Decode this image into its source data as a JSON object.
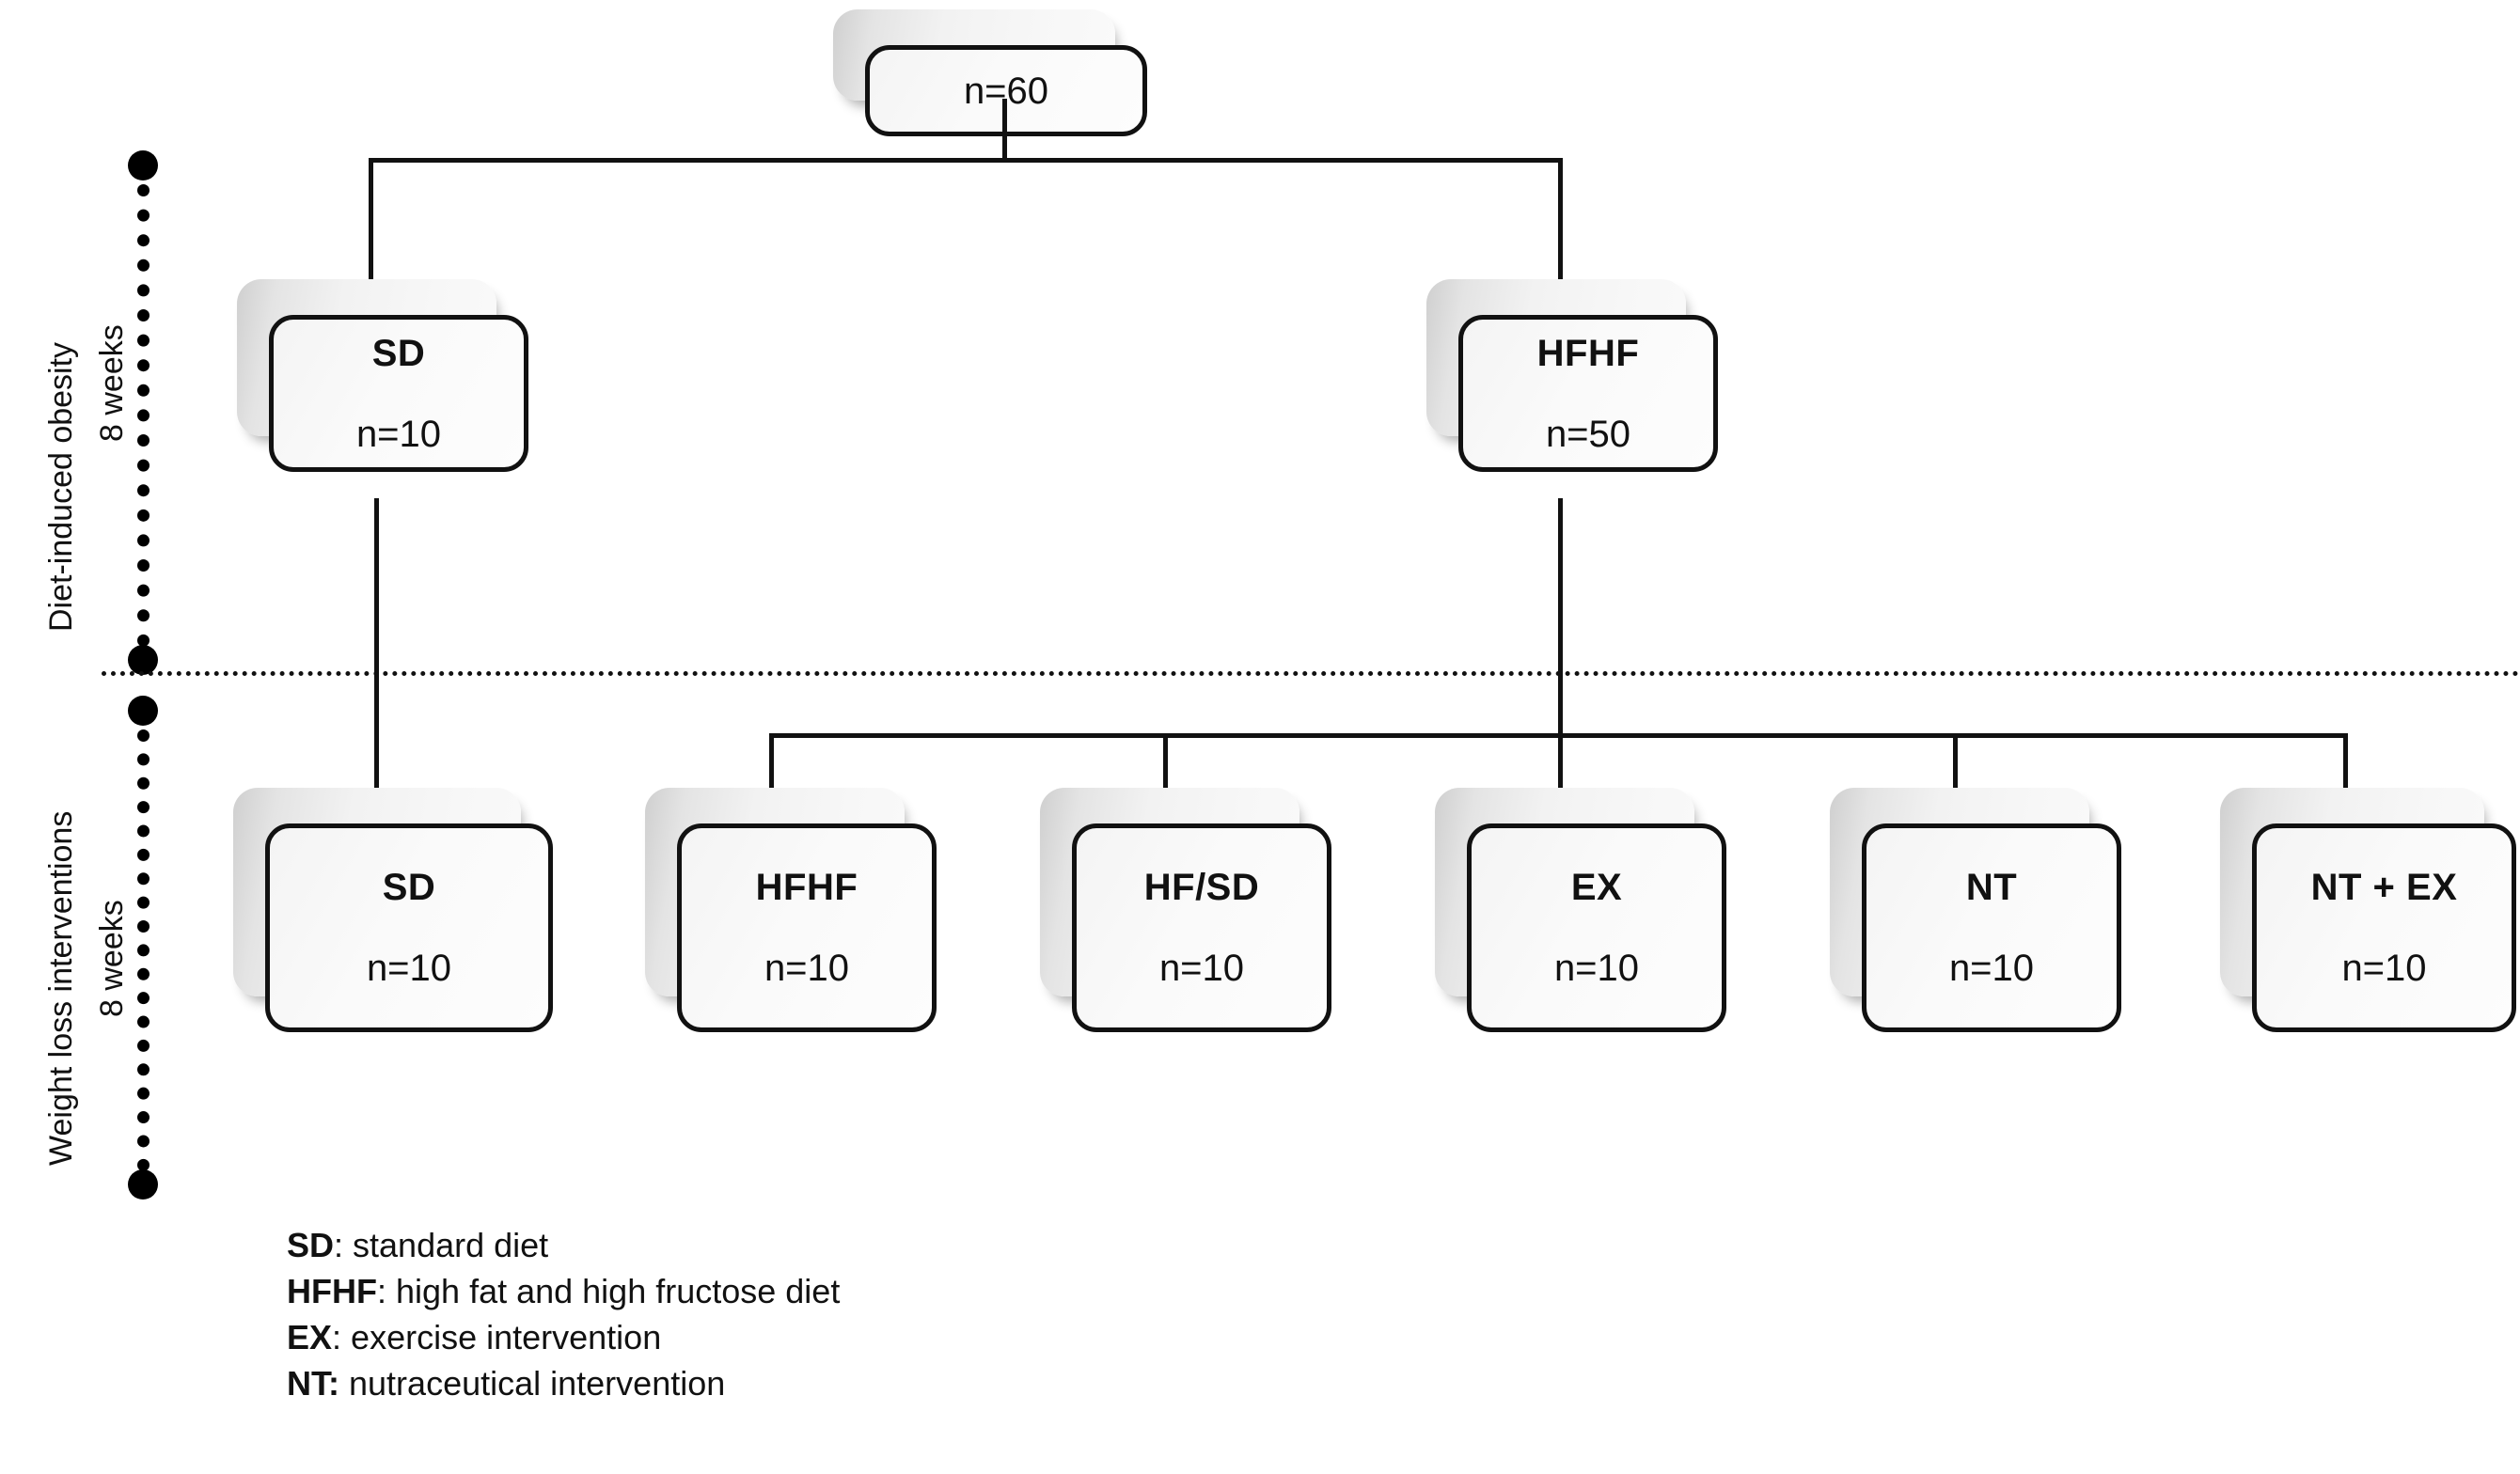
{
  "diagram": {
    "root": {
      "label": "",
      "count": "n=60"
    },
    "phase1": {
      "axis_label": "Diet-induced obesity",
      "axis_duration": "8 weeks",
      "nodes": [
        {
          "title": "SD",
          "count": "n=10"
        },
        {
          "title": "HFHF",
          "count": "n=50"
        }
      ]
    },
    "phase2": {
      "axis_label": "Weight loss interventions",
      "axis_duration": "8 weeks",
      "nodes": [
        {
          "title": "SD",
          "count": "n=10"
        },
        {
          "title": "HFHF",
          "count": "n=10"
        },
        {
          "title": "HF/SD",
          "count": "n=10"
        },
        {
          "title": "EX",
          "count": "n=10"
        },
        {
          "title": "NT",
          "count": "n=10"
        },
        {
          "title": "NT + EX",
          "count": "n=10"
        }
      ]
    },
    "legend": [
      {
        "abbr": "SD",
        "sep": ": ",
        "text": "standard diet"
      },
      {
        "abbr": "HFHF",
        "sep": ": ",
        "text": "high fat and high fructose diet"
      },
      {
        "abbr": "EX",
        "sep": ": ",
        "text": "exercise intervention"
      },
      {
        "abbr": "NT:",
        "sep": " ",
        "text": "nutraceutical intervention"
      }
    ],
    "colors": {
      "line": "#111111",
      "box_border": "#111111",
      "box_fill": "#fafafa",
      "shadow": "#cfcfcf"
    }
  }
}
